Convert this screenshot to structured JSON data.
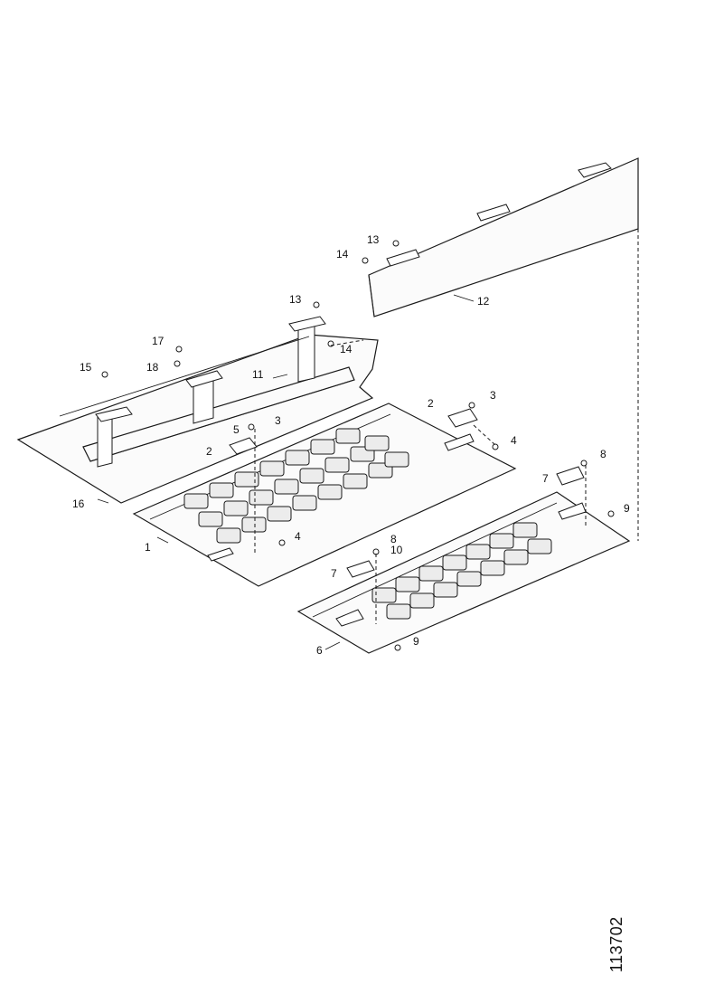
{
  "figure": {
    "code": "113702",
    "labels": [
      "1",
      "2",
      "2",
      "3",
      "3",
      "4",
      "4",
      "5",
      "6",
      "7",
      "7",
      "8",
      "8",
      "9",
      "9",
      "10",
      "11",
      "12",
      "13",
      "13",
      "14",
      "14",
      "15",
      "16",
      "17",
      "18"
    ]
  },
  "colors": {
    "line": "#1a1a1a",
    "fill": "#fbfbfb",
    "cell": "#ececec"
  }
}
